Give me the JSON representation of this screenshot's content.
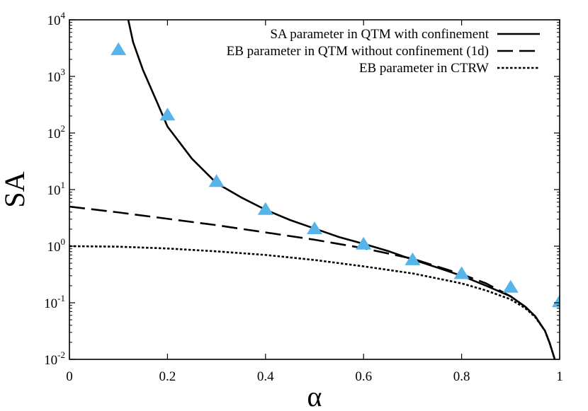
{
  "chart_data": {
    "type": "line",
    "title": "",
    "xlabel": "α",
    "ylabel": "SA",
    "x_scale": "linear",
    "y_scale": "log",
    "xlim": [
      0,
      1
    ],
    "ylim": [
      0.01,
      10000
    ],
    "x_ticks": [
      {
        "value": 0,
        "label": "0"
      },
      {
        "value": 0.2,
        "label": "0.2"
      },
      {
        "value": 0.4,
        "label": "0.4"
      },
      {
        "value": 0.6,
        "label": "0.6"
      },
      {
        "value": 0.8,
        "label": "0.8"
      },
      {
        "value": 1,
        "label": "1"
      }
    ],
    "y_ticks": [
      {
        "value": 0.01,
        "base": "10",
        "exp": "-2"
      },
      {
        "value": 0.1,
        "base": "10",
        "exp": "-1"
      },
      {
        "value": 1,
        "base": "10",
        "exp": "0"
      },
      {
        "value": 10,
        "base": "10",
        "exp": "1"
      },
      {
        "value": 100,
        "base": "10",
        "exp": "2"
      },
      {
        "value": 1000,
        "base": "10",
        "exp": "3"
      },
      {
        "value": 10000,
        "base": "10",
        "exp": "4"
      }
    ],
    "grid": false,
    "legend_position": "top-right",
    "colors": {
      "lines": "#000000",
      "markers": "#56b4e9"
    },
    "series": [
      {
        "name": "SA parameter in QTM with confinement",
        "style": "solid",
        "x": [
          0.12,
          0.13,
          0.15,
          0.18,
          0.2,
          0.25,
          0.3,
          0.35,
          0.4,
          0.45,
          0.5,
          0.55,
          0.6,
          0.65,
          0.7,
          0.75,
          0.8,
          0.85,
          0.9,
          0.93,
          0.95,
          0.97,
          0.98,
          0.99
        ],
        "y": [
          10000,
          4000,
          1300,
          330,
          130,
          35,
          13,
          7.3,
          4.4,
          2.9,
          2.05,
          1.45,
          1.1,
          0.82,
          0.58,
          0.42,
          0.3,
          0.2,
          0.13,
          0.085,
          0.058,
          0.032,
          0.019,
          0.01
        ]
      },
      {
        "name": "EB parameter in QTM without confinement (1d)",
        "style": "dashed",
        "x": [
          0,
          0.1,
          0.2,
          0.3,
          0.4,
          0.5,
          0.6,
          0.7,
          0.8,
          0.85,
          0.9,
          0.93,
          0.95,
          0.97,
          0.98,
          0.99
        ],
        "y": [
          5,
          3.95,
          3.05,
          2.35,
          1.75,
          1.3,
          0.92,
          0.6,
          0.32,
          0.22,
          0.13,
          0.085,
          0.058,
          0.032,
          0.019,
          0.01
        ]
      },
      {
        "name": "EB parameter in CTRW",
        "style": "dotted",
        "x": [
          0,
          0.1,
          0.2,
          0.3,
          0.4,
          0.5,
          0.6,
          0.7,
          0.8,
          0.85,
          0.9,
          0.93,
          0.95,
          0.97,
          0.98,
          0.99
        ],
        "y": [
          1.0,
          0.98,
          0.91,
          0.81,
          0.7,
          0.57,
          0.44,
          0.33,
          0.22,
          0.165,
          0.115,
          0.08,
          0.056,
          0.032,
          0.019,
          0.01
        ]
      },
      {
        "style": "markers",
        "marker": "triangle",
        "x": [
          0.1,
          0.2,
          0.3,
          0.4,
          0.5,
          0.6,
          0.7,
          0.8,
          0.9,
          1.0
        ],
        "y": [
          3000,
          210,
          14,
          4.5,
          2.05,
          1.1,
          0.58,
          0.33,
          0.19,
          0.105
        ]
      }
    ]
  }
}
